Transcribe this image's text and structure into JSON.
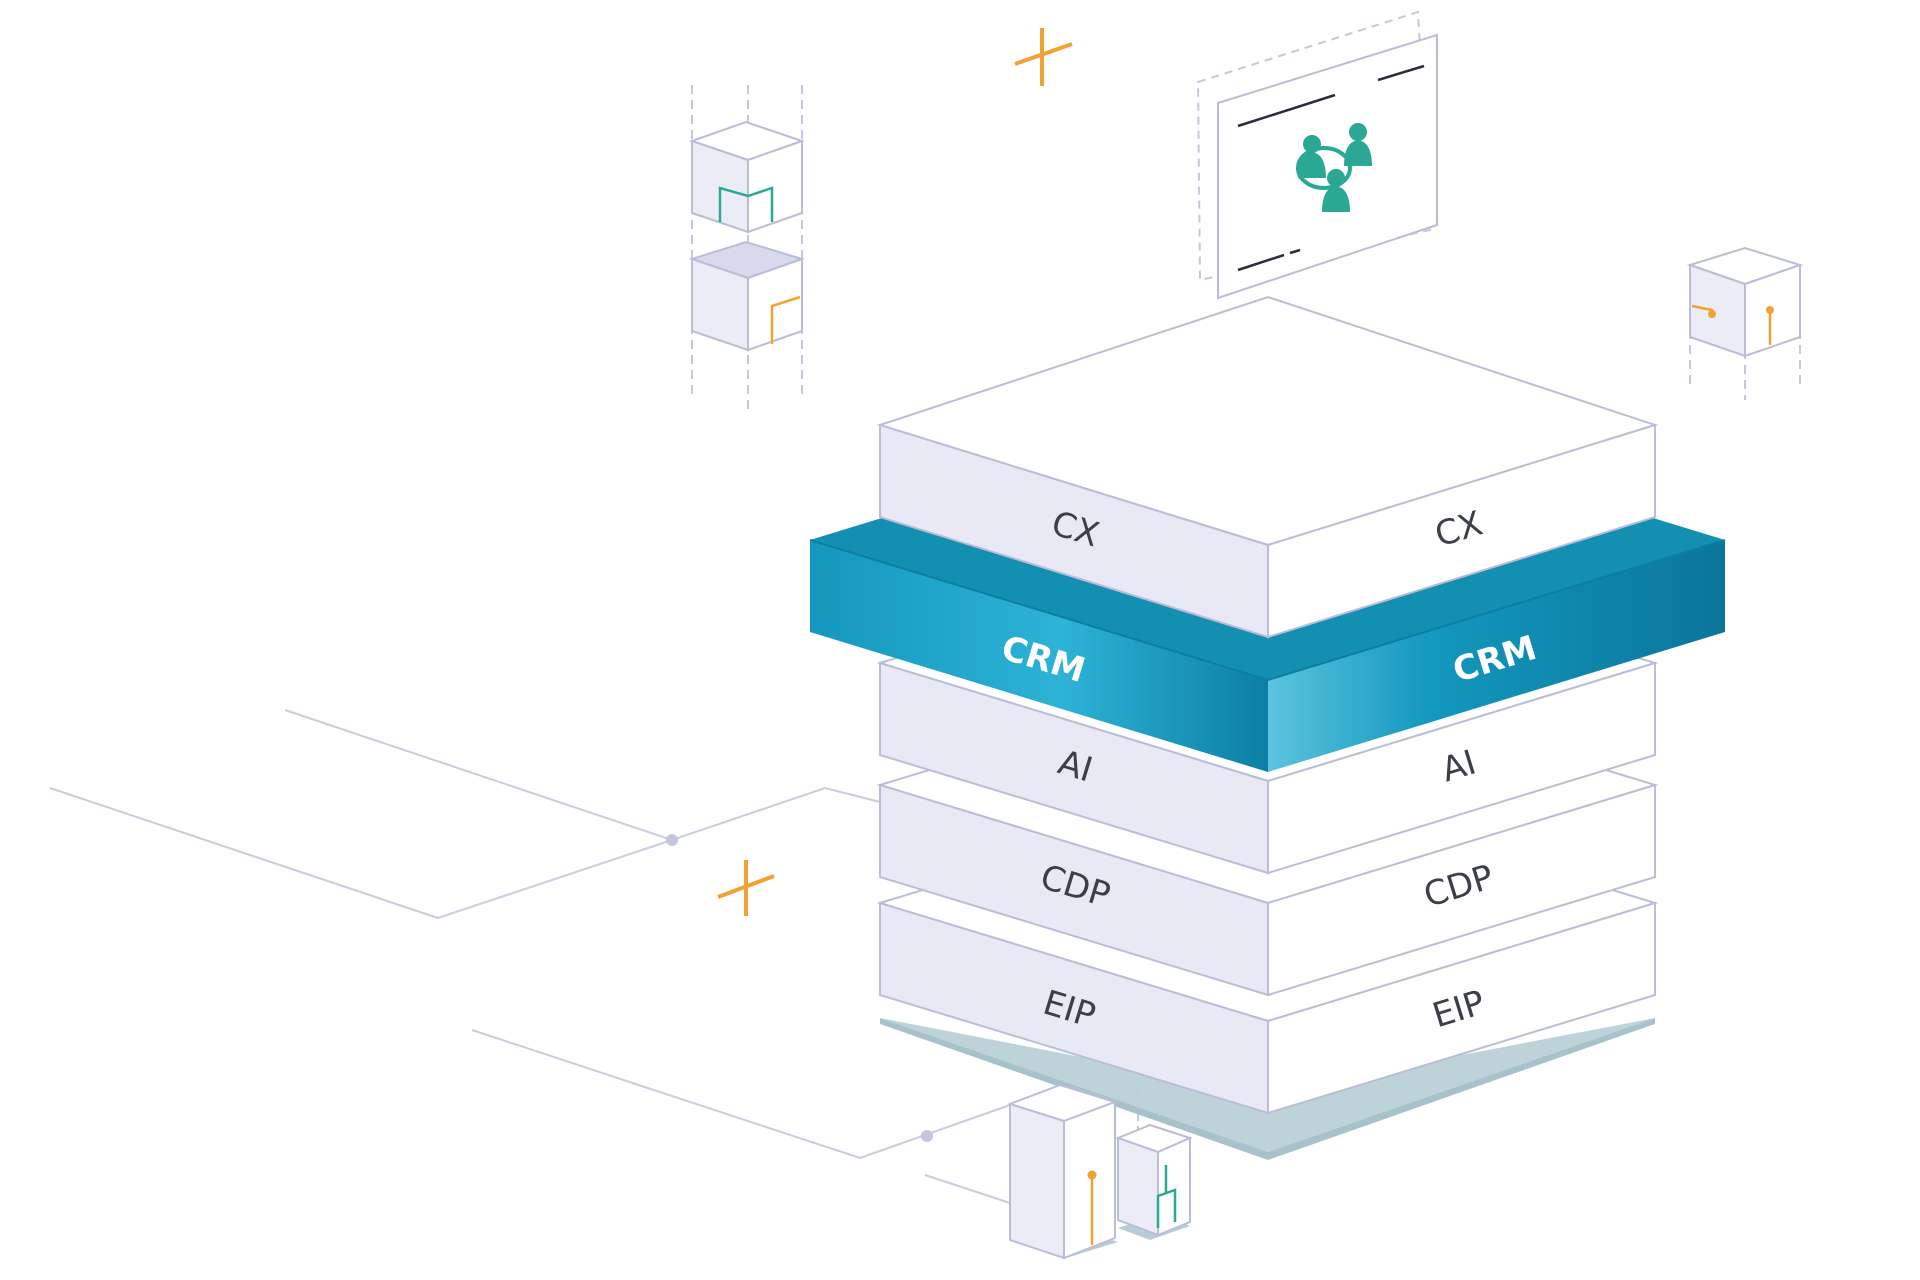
{
  "layers": [
    {
      "id": "cx",
      "label": "CX"
    },
    {
      "id": "crm",
      "label": "CRM"
    },
    {
      "id": "ai",
      "label": "AI"
    },
    {
      "id": "cdp",
      "label": "CDP"
    },
    {
      "id": "eip",
      "label": "EIP"
    }
  ],
  "colors": {
    "slab_top": "#ffffff",
    "slab_left": "#e9e9f5",
    "slab_right": "#ffffff",
    "slab_stroke": "#b9bdd8",
    "crm_top": "#138fb2",
    "crm_left": "#1d9ec4",
    "crm_right": "#0f86ab",
    "shadow": "#b7cdd6",
    "accent_orange": "#f0a233",
    "accent_teal": "#2aa893",
    "connector": "#c3c6dc"
  },
  "icons": {
    "people": "people-network-icon",
    "plus": "plus-icon",
    "cube": "cube-icon"
  }
}
